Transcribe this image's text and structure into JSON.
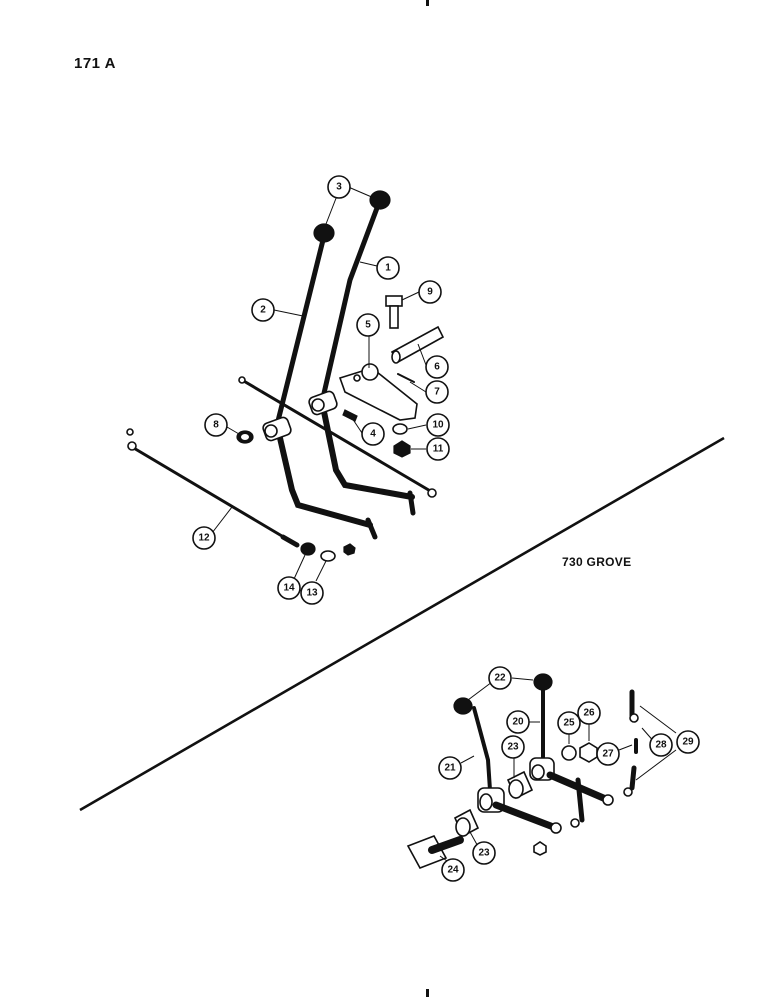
{
  "header": {
    "page_number": "171 A"
  },
  "section_label": "730 GROVE",
  "colors": {
    "ink": "#111111",
    "paper": "#ffffff"
  },
  "callouts": [
    "1",
    "2",
    "3",
    "4",
    "5",
    "6",
    "7",
    "8",
    "9",
    "10",
    "11",
    "12",
    "13",
    "14",
    "20",
    "21",
    "22",
    "23",
    "23",
    "24",
    "25",
    "26",
    "27",
    "28",
    "29"
  ]
}
